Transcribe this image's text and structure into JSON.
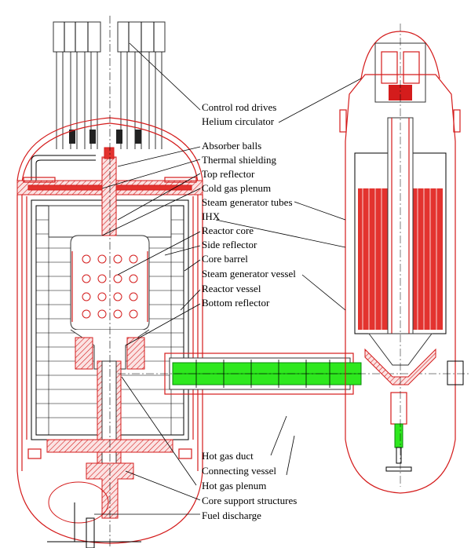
{
  "labels": {
    "control_rod_drives": "Control rod drives",
    "helium_circulator": "Helium circulator",
    "absorber_balls": "Absorber balls",
    "thermal_shielding": "Thermal shielding",
    "top_reflector": "Top reflector",
    "cold_gas_plenum": "Cold gas plenum",
    "steam_generator_tubes": "Steam generator tubes",
    "ihx": "IHX",
    "reactor_core": "Reactor core",
    "side_reflector": "Side reflector",
    "core_barrel": "Core barrel",
    "steam_generator_vessel": "Steam generator vessel",
    "reactor_vessel": "Reactor vessel",
    "bottom_reflector": "Bottom reflector",
    "hot_gas_duct": "Hot gas duct",
    "connecting_vessel": "Connecting vessel",
    "hot_gas_plenum": "Hot gas plenum",
    "core_support_structures": "Core support structures",
    "fuel_discharge": "Fuel discharge"
  },
  "colors": {
    "structure": "#d41c1c",
    "hot_gas_duct": "#2ee81e",
    "outline": "#000000"
  }
}
